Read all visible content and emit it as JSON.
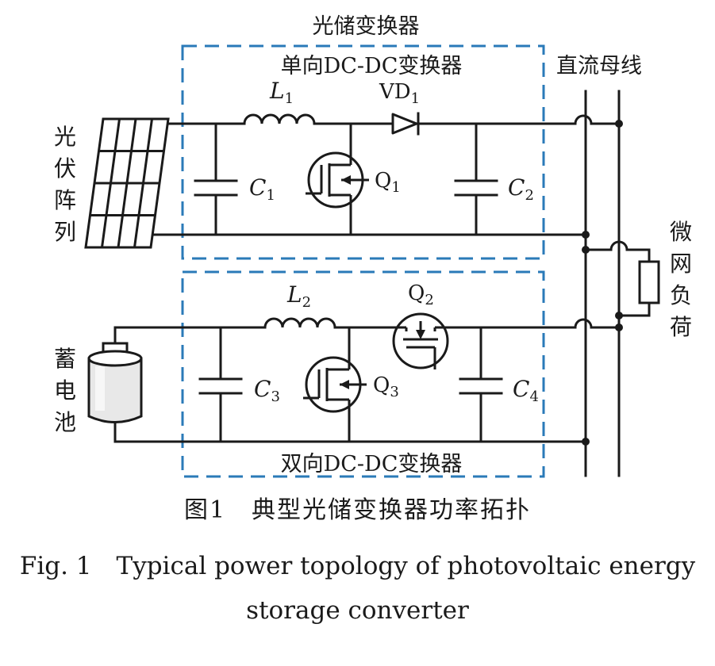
{
  "labels": {
    "converter_title": "光储变换器",
    "unidirectional": "单向DC-DC变换器",
    "bidirectional": "双向DC-DC变换器",
    "dc_bus": "直流母线",
    "pv_array": [
      "光",
      "伏",
      "阵",
      "列"
    ],
    "battery": [
      "蓄",
      "电",
      "池"
    ],
    "microgrid_load": [
      "微",
      "网",
      "负",
      "荷"
    ],
    "L1": {
      "main": "L",
      "sub": "1"
    },
    "L2": {
      "main": "L",
      "sub": "2"
    },
    "VD1": {
      "main": "VD",
      "sub": "1"
    },
    "C1": {
      "main": "C",
      "sub": "1"
    },
    "C2": {
      "main": "C",
      "sub": "2"
    },
    "C3": {
      "main": "C",
      "sub": "3"
    },
    "C4": {
      "main": "C",
      "sub": "4"
    },
    "Q1": {
      "main": "Q",
      "sub": "1"
    },
    "Q2": {
      "main": "Q",
      "sub": "2"
    },
    "Q3": {
      "main": "Q",
      "sub": "3"
    }
  },
  "caption": {
    "cn": "图1　典型光储变换器功率拓扑",
    "en_line1": "Fig. 1　Typical power topology of photovoltaic energy",
    "en_line2": "storage converter"
  },
  "colors": {
    "wire": "#1a1a1a",
    "dashed_box": "#2a7ab8"
  }
}
